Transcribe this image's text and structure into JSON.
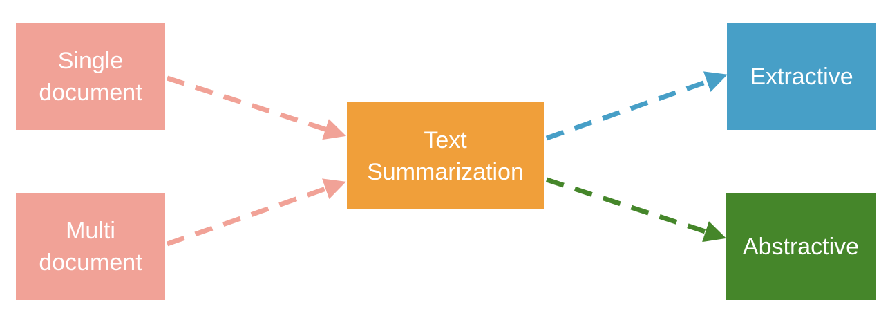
{
  "nodes": {
    "single": {
      "lines": [
        "Single",
        "document"
      ],
      "color": "#F1A297"
    },
    "multi": {
      "lines": [
        "Multi",
        "document"
      ],
      "color": "#F1A297"
    },
    "center": {
      "lines": [
        "Text",
        "Summarization"
      ],
      "color": "#F09F3A"
    },
    "extract": {
      "lines": [
        "Extractive"
      ],
      "color": "#479FC7"
    },
    "abstract": {
      "lines": [
        "Abstractive"
      ],
      "color": "#45862A"
    }
  },
  "edges": [
    {
      "from": "single",
      "to": "center",
      "style": "dashed",
      "color": "#F1A297"
    },
    {
      "from": "multi",
      "to": "center",
      "style": "dashed",
      "color": "#F1A297"
    },
    {
      "from": "center",
      "to": "extract",
      "style": "dashed",
      "color": "#479FC7"
    },
    {
      "from": "center",
      "to": "abstract",
      "style": "dashed",
      "color": "#45862A"
    }
  ]
}
